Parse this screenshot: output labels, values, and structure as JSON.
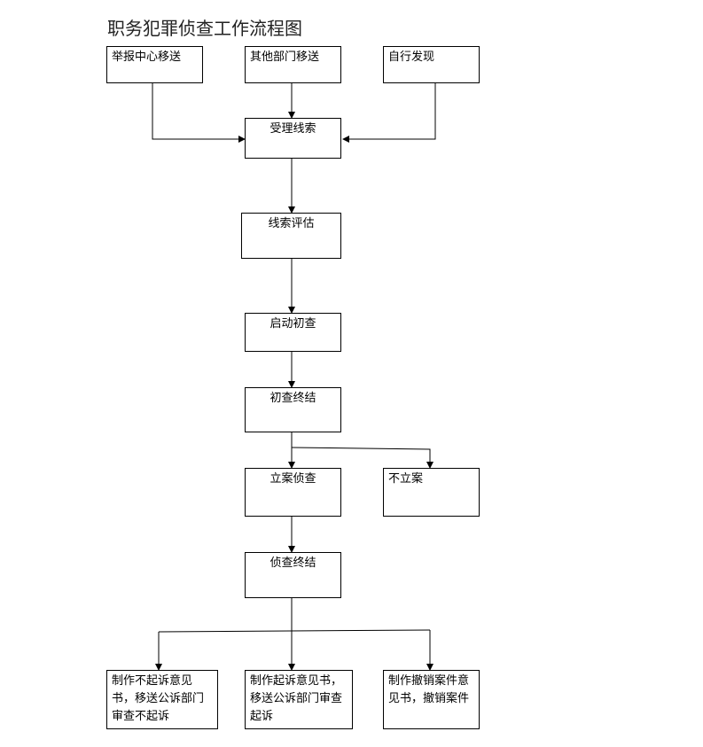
{
  "title": "职务犯罪侦查工作流程图",
  "nodes": {
    "jubao": "举报中心移送",
    "qita": "其他部门移送",
    "zixing": "自行发现",
    "shouli": "受理线索",
    "pinggu": "线索评估",
    "qidong": "启动初查",
    "zhongjie": "初查终结",
    "lian": "立案侦查",
    "buli": "不立案",
    "zhencha_zhongjie": "侦查终结",
    "buqisu": "制作不起诉意见书，移送公诉部门审查不起诉",
    "qisu": "制作起诉意见书，移送公诉部门审查起诉",
    "chexiao": "制作撤销案件意见书，撤销案件"
  },
  "colors": {
    "line": "#000000",
    "border": "#000000",
    "background": "#ffffff"
  }
}
